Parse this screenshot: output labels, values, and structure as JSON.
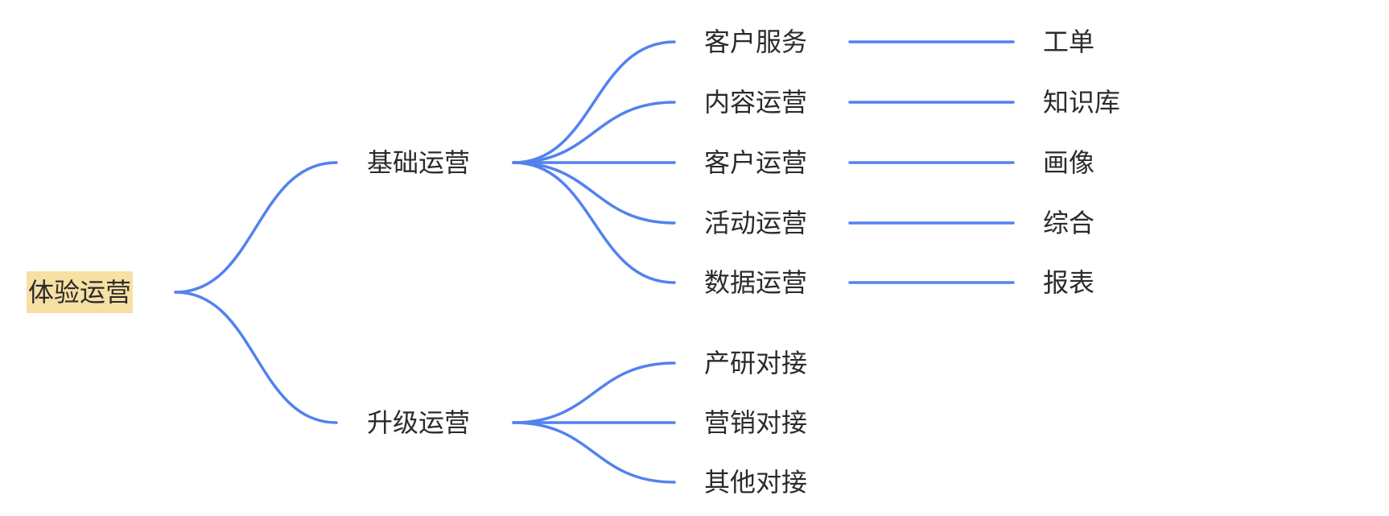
{
  "colors": {
    "line": "#5282ee",
    "root_bg": "#f7e0a3",
    "text": "#2b2b2b"
  },
  "root": {
    "label": "体验运营"
  },
  "branches": [
    {
      "label": "基础运营",
      "children": [
        {
          "label": "客户服务",
          "leaf": "工单"
        },
        {
          "label": "内容运营",
          "leaf": "知识库"
        },
        {
          "label": "客户运营",
          "leaf": "画像"
        },
        {
          "label": "活动运营",
          "leaf": "综合"
        },
        {
          "label": "数据运营",
          "leaf": "报表"
        }
      ]
    },
    {
      "label": "升级运营",
      "children": [
        {
          "label": "产研对接"
        },
        {
          "label": "营销对接"
        },
        {
          "label": "其他对接"
        }
      ]
    }
  ]
}
